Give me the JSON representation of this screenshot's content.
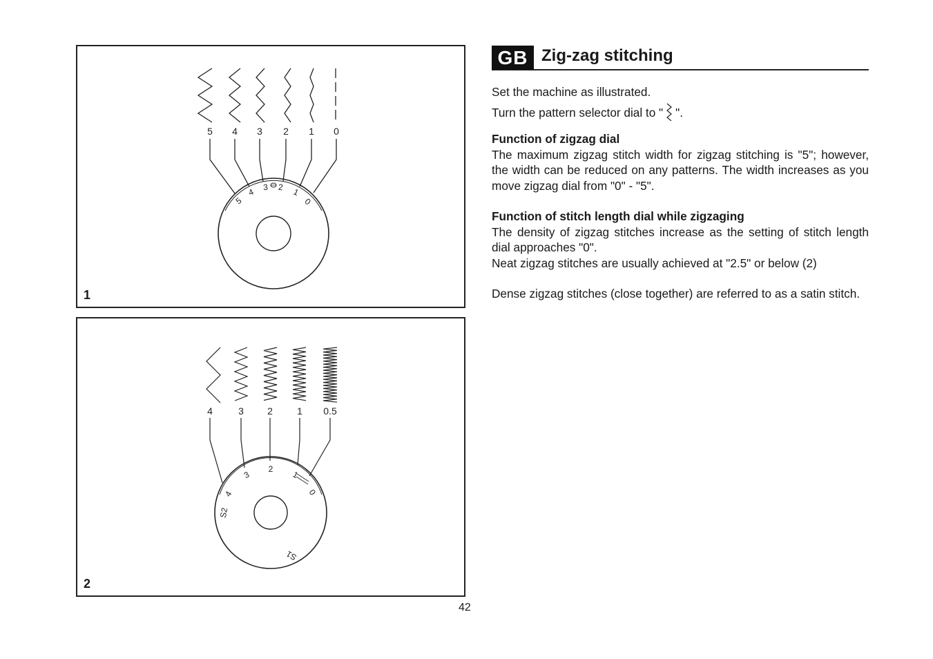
{
  "heading": {
    "lang": "GB",
    "title": "Zig-zag stitching"
  },
  "intro": {
    "line1": "Set the machine as illustrated.",
    "line2_before": "Turn the pattern selector dial to \"",
    "line2_icon": "zigzag-pattern-icon",
    "line2_after": "\"."
  },
  "section_width": {
    "heading": "Function of zigzag dial",
    "text": "The maximum zigzag stitch width for zigzag stitching is \"5\"; however, the width can be reduced on any patterns.  The width increases as you move zigzag dial from \"0\" - \"5\"."
  },
  "section_length": {
    "heading": "Function of stitch length dial while zigzaging",
    "text1": "The density of zigzag stitches increase as the setting of stitch length dial approaches \"0\".",
    "text2": "Neat zigzag stitches are usually achieved at \"2.5\" or below (2)"
  },
  "satin_note": "Dense zigzag stitches (close together) are referred to as a satin stitch.",
  "figure1": {
    "number": "1",
    "stitch_labels": [
      "5",
      "4",
      "3",
      "2",
      "1",
      "0"
    ],
    "dial_labels": [
      "5",
      "4",
      "3",
      "2",
      "1",
      "0"
    ]
  },
  "figure2": {
    "number": "2",
    "stitch_labels": [
      "4",
      "3",
      "2",
      "1",
      "0.5"
    ],
    "dial_labels": [
      "S2",
      "4",
      "3",
      "2",
      "1",
      "0",
      "S1"
    ]
  },
  "page_number": "42"
}
